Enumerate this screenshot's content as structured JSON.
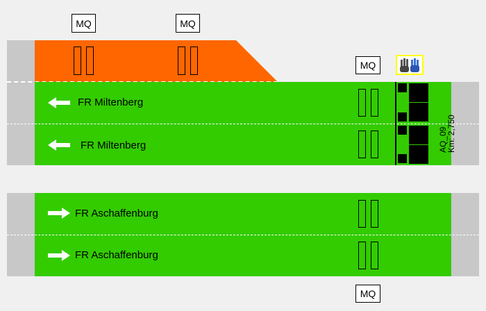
{
  "colors": {
    "lane": "#33cc00",
    "closed_lane": "#ff6600",
    "shoulder": "#c8c8c8",
    "sign_highlight": "#ffff00"
  },
  "mq_labels": {
    "top_left": "MQ",
    "top_mid": "MQ",
    "right_upper": "MQ",
    "bottom": "MQ"
  },
  "carriageway_north": {
    "lanes": [
      {
        "direction_icon": "arrow-left-icon",
        "label": "FR Miltenberg"
      },
      {
        "direction_icon": "arrow-left-icon",
        "label": "FR Miltenberg"
      }
    ],
    "closed_lane_state": "closed"
  },
  "carriageway_south": {
    "lanes": [
      {
        "direction_icon": "arrow-right-icon",
        "label": "FR Aschaffenburg"
      },
      {
        "direction_icon": "arrow-right-icon",
        "label": "FR Aschaffenburg"
      }
    ]
  },
  "gantry": {
    "name": "AQ_09",
    "km": "Km: 2,750",
    "control_icon": "hand-control-icon"
  }
}
